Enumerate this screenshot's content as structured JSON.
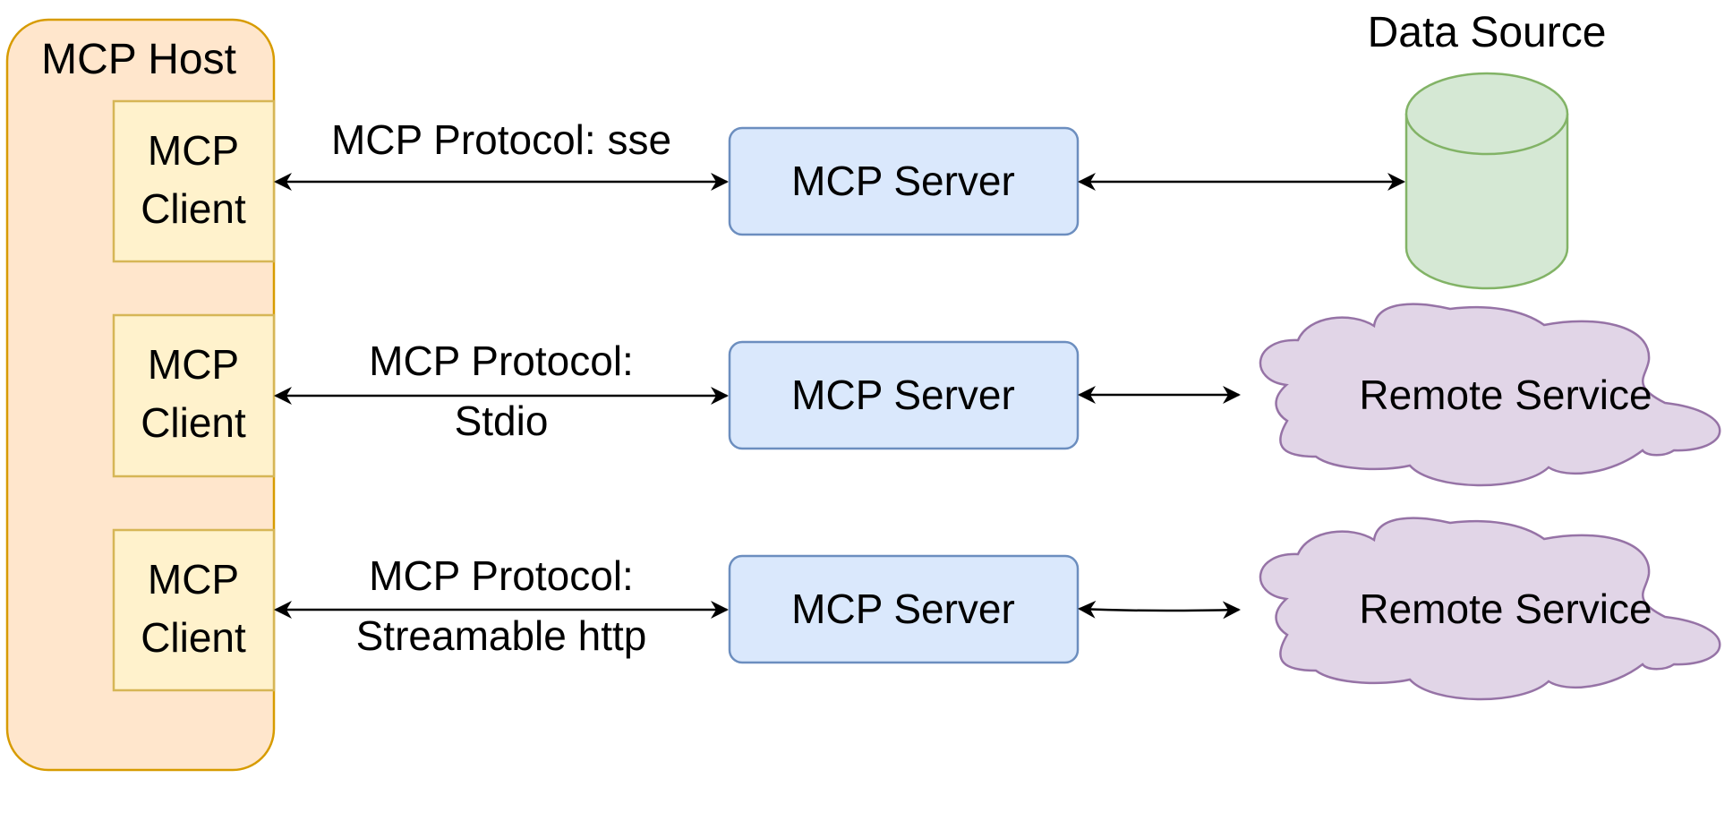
{
  "host": {
    "title": "MCP Host"
  },
  "colors": {
    "host_fill": "#ffe6cc",
    "host_stroke": "#d79b00",
    "client_fill": "#fff2cc",
    "client_stroke": "#d6b656",
    "server_fill": "#dae8fc",
    "server_stroke": "#6c8ebf",
    "datasource_fill": "#d5e8d4",
    "datasource_stroke": "#82b366",
    "cloud_fill": "#e1d5e7",
    "cloud_stroke": "#9673a6",
    "edge": "#000000"
  },
  "rows": [
    {
      "client": {
        "line1": "MCP",
        "line2": "Client"
      },
      "protocol": {
        "line1": "MCP Protocol: sse",
        "line2": ""
      },
      "server": {
        "label": "MCP Server"
      },
      "target": {
        "kind": "database",
        "label": "Data Source"
      }
    },
    {
      "client": {
        "line1": "MCP",
        "line2": "Client"
      },
      "protocol": {
        "line1": "MCP Protocol:",
        "line2": "Stdio"
      },
      "server": {
        "label": "MCP Server"
      },
      "target": {
        "kind": "cloud",
        "label": "Remote Service"
      }
    },
    {
      "client": {
        "line1": "MCP",
        "line2": "Client"
      },
      "protocol": {
        "line1": "MCP Protocol:",
        "line2": "Streamable http"
      },
      "server": {
        "label": "MCP Server"
      },
      "target": {
        "kind": "cloud",
        "label": "Remote Service"
      }
    }
  ]
}
